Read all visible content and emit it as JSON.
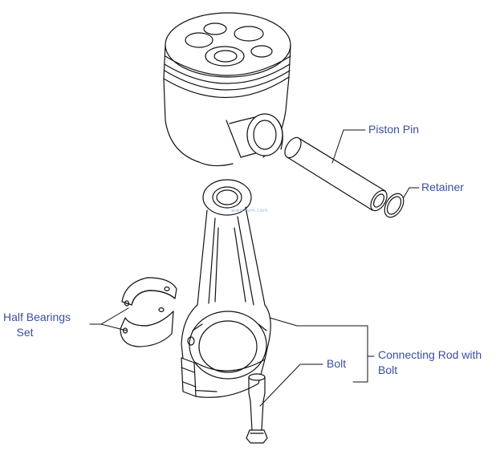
{
  "labels": {
    "piston_pin": "Piston Pin",
    "retainer": "Retainer",
    "half_bearings_line1": "Half Bearings",
    "half_bearings_line2": "Set",
    "bolt": "Bolt",
    "connecting_rod_line1": "Connecting Rod with",
    "connecting_rod_line2": "Bolt"
  },
  "watermark": "www.rvm.com",
  "colors": {
    "label_text": "#3a4f9c",
    "drawing_line": "#111111",
    "background": "#ffffff"
  }
}
